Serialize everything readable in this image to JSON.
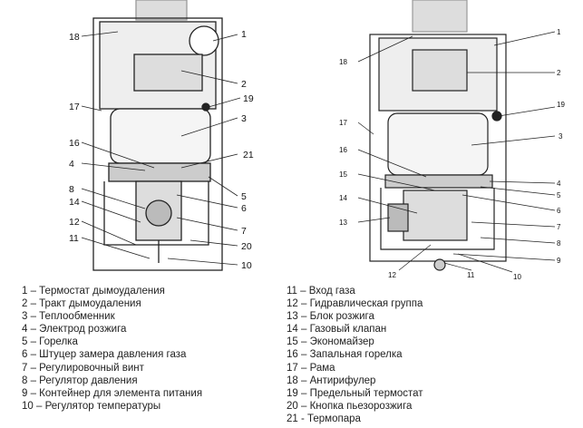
{
  "left_diagram": {
    "callouts": [
      "18",
      "1",
      "2",
      "19",
      "17",
      "3",
      "16",
      "21",
      "4",
      "5",
      "8",
      "14",
      "6",
      "12",
      "7",
      "11",
      "20",
      "10"
    ]
  },
  "right_diagram": {
    "callouts": [
      "1",
      "2",
      "18",
      "19",
      "3",
      "17",
      "16",
      "4",
      "15",
      "5",
      "6",
      "14",
      "7",
      "13",
      "8",
      "9",
      "12",
      "11",
      "10"
    ]
  },
  "legend": {
    "col1": [
      "1 – Термостат дымоудаления",
      "2 – Тракт дымоудаления",
      "3 – Теплообменник",
      "4 – Электрод розжига",
      "5 – Горелка",
      "6 – Штуцер замера давления газа",
      "7 – Регулировочный винт",
      "8 – Регулятор давления",
      "9 – Контейнер для элемента питания",
      "10 – Регулятор температуры"
    ],
    "col2": [
      "11 – Вход газа",
      "12 – Гидравлическая группа",
      "13 – Блок розжига",
      "14 – Газовый клапан",
      "15 – Экономайзер",
      "16 – Запальная горелка",
      "17 – Рама",
      "18 – Антирифулер",
      "19 – Предельный термостат",
      "20 – Кнопка пьезорозжига",
      "21 - Термопара"
    ]
  }
}
